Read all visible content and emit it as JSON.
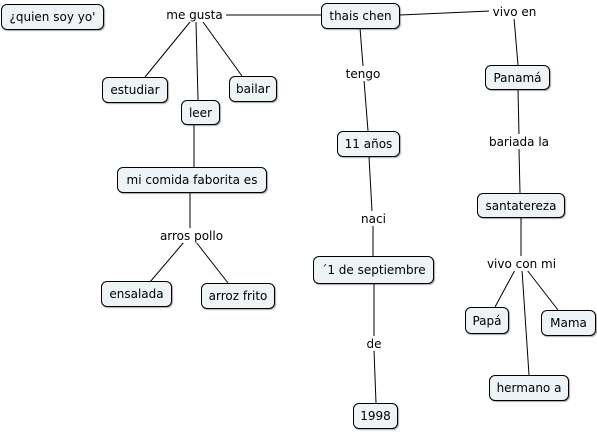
{
  "colors": {
    "node_fill": "#eef3f6",
    "node_border": "#000000",
    "link": "#000000",
    "background": "#ffffff"
  },
  "nodes": {
    "title": "¿quien soy yo'",
    "root": "thais chen",
    "estudiar": "estudiar",
    "leer": "leer",
    "bailar": "bailar",
    "comida": "mi comida faborita es",
    "ensalada": "ensalada",
    "arroz_frito": "arroz frito",
    "edad": "11 años",
    "fecha": "´1 de septiembre",
    "anio": "1998",
    "pais": "Panamá",
    "barriada": "santatereza",
    "papa": "Papá",
    "mama": "Mama",
    "hermano": "hermano a"
  },
  "linking_phrases": {
    "me_gusta": "me gusta",
    "vivo_en": "vivo en",
    "tengo": "tengo",
    "bariada_la": "bariada la",
    "naci": "naci",
    "arros_pollo": "arros pollo",
    "vivo_con_mi": "vivo con mi",
    "de": "de"
  }
}
